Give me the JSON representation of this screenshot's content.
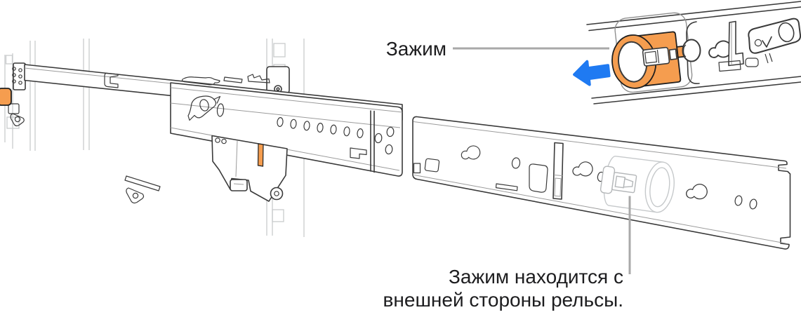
{
  "illustration": {
    "callout_clamp": {
      "label": "Зажим"
    },
    "callout_location": {
      "line1": "Зажим находится с",
      "line2": "внешней стороны рельсы."
    },
    "colors": {
      "highlight-orange": "#f59d4f",
      "arrow-blue": "#1f7af2",
      "callout-line": "#a9a9a9",
      "outline": "#3a3a3a",
      "ghost": "#c6c9cb",
      "text": "#1d1d1f",
      "background": "#ffffff"
    },
    "icons": [
      {
        "name": "arrow-left-icon",
        "glyph": "←"
      }
    ]
  }
}
